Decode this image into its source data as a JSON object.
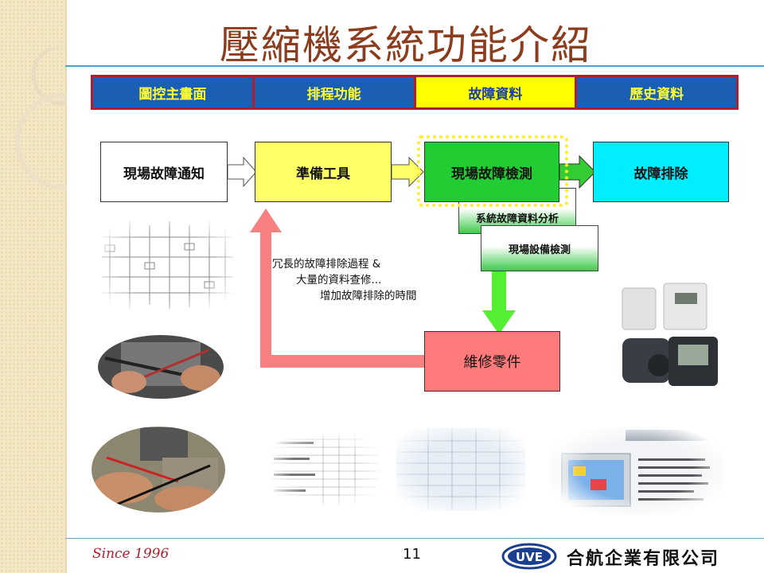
{
  "slide": {
    "title": "壓縮機系統功能介紹",
    "page_number": "11",
    "since": "Since 1996"
  },
  "tabs": [
    {
      "label": "圖控主畫面",
      "active": false
    },
    {
      "label": "排程功能",
      "active": false
    },
    {
      "label": "故障資料",
      "active": true
    },
    {
      "label": "歷史資料",
      "active": false
    }
  ],
  "flow": {
    "notify": "現場故障通知",
    "prepare": "準備工具",
    "detect": "現場故障檢測",
    "fix": "故障排除",
    "analysis": "系統故障資料分析",
    "equipment": "現場設備檢測",
    "parts": "維修零件"
  },
  "note": {
    "line1": "冗長的故障排除過程 &",
    "line2": "大量的資料查修...",
    "line3": "增加故障排除的時間"
  },
  "bullet_symbol": "○",
  "footer": {
    "logo_text": "UVE",
    "company": "合航企業有限公司"
  },
  "colors": {
    "tab_bg": "#1b5fb4",
    "tab_text": "#ffff33",
    "tab_active_bg": "#ffff00",
    "tab_border": "#b01e2e",
    "title": "#8b3d1e",
    "parts_arrow": "#f98080",
    "green_arrow": "#55ee33"
  }
}
